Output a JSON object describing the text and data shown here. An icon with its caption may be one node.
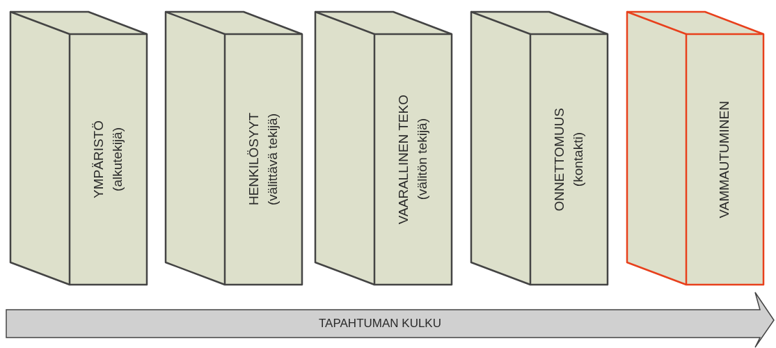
{
  "diagram": {
    "nodes": [
      {
        "text": [
          "YMPÄRISTÖ",
          "(alkutekijä)"
        ]
      },
      {
        "text": [
          "HENKILÖSYYT",
          "(välittävä tekijä)"
        ]
      },
      {
        "text": [
          "VAARALLINEN TEKO",
          "(välitön tekijä)"
        ]
      },
      {
        "text": [
          "ONNETTOMUUS",
          "(kontakti)"
        ]
      },
      {
        "text": [
          "VAMMAUTUMINEN"
        ]
      },
      {
        "text": [
          "TAPAHTUMAN KULKU"
        ]
      }
    ]
  }
}
